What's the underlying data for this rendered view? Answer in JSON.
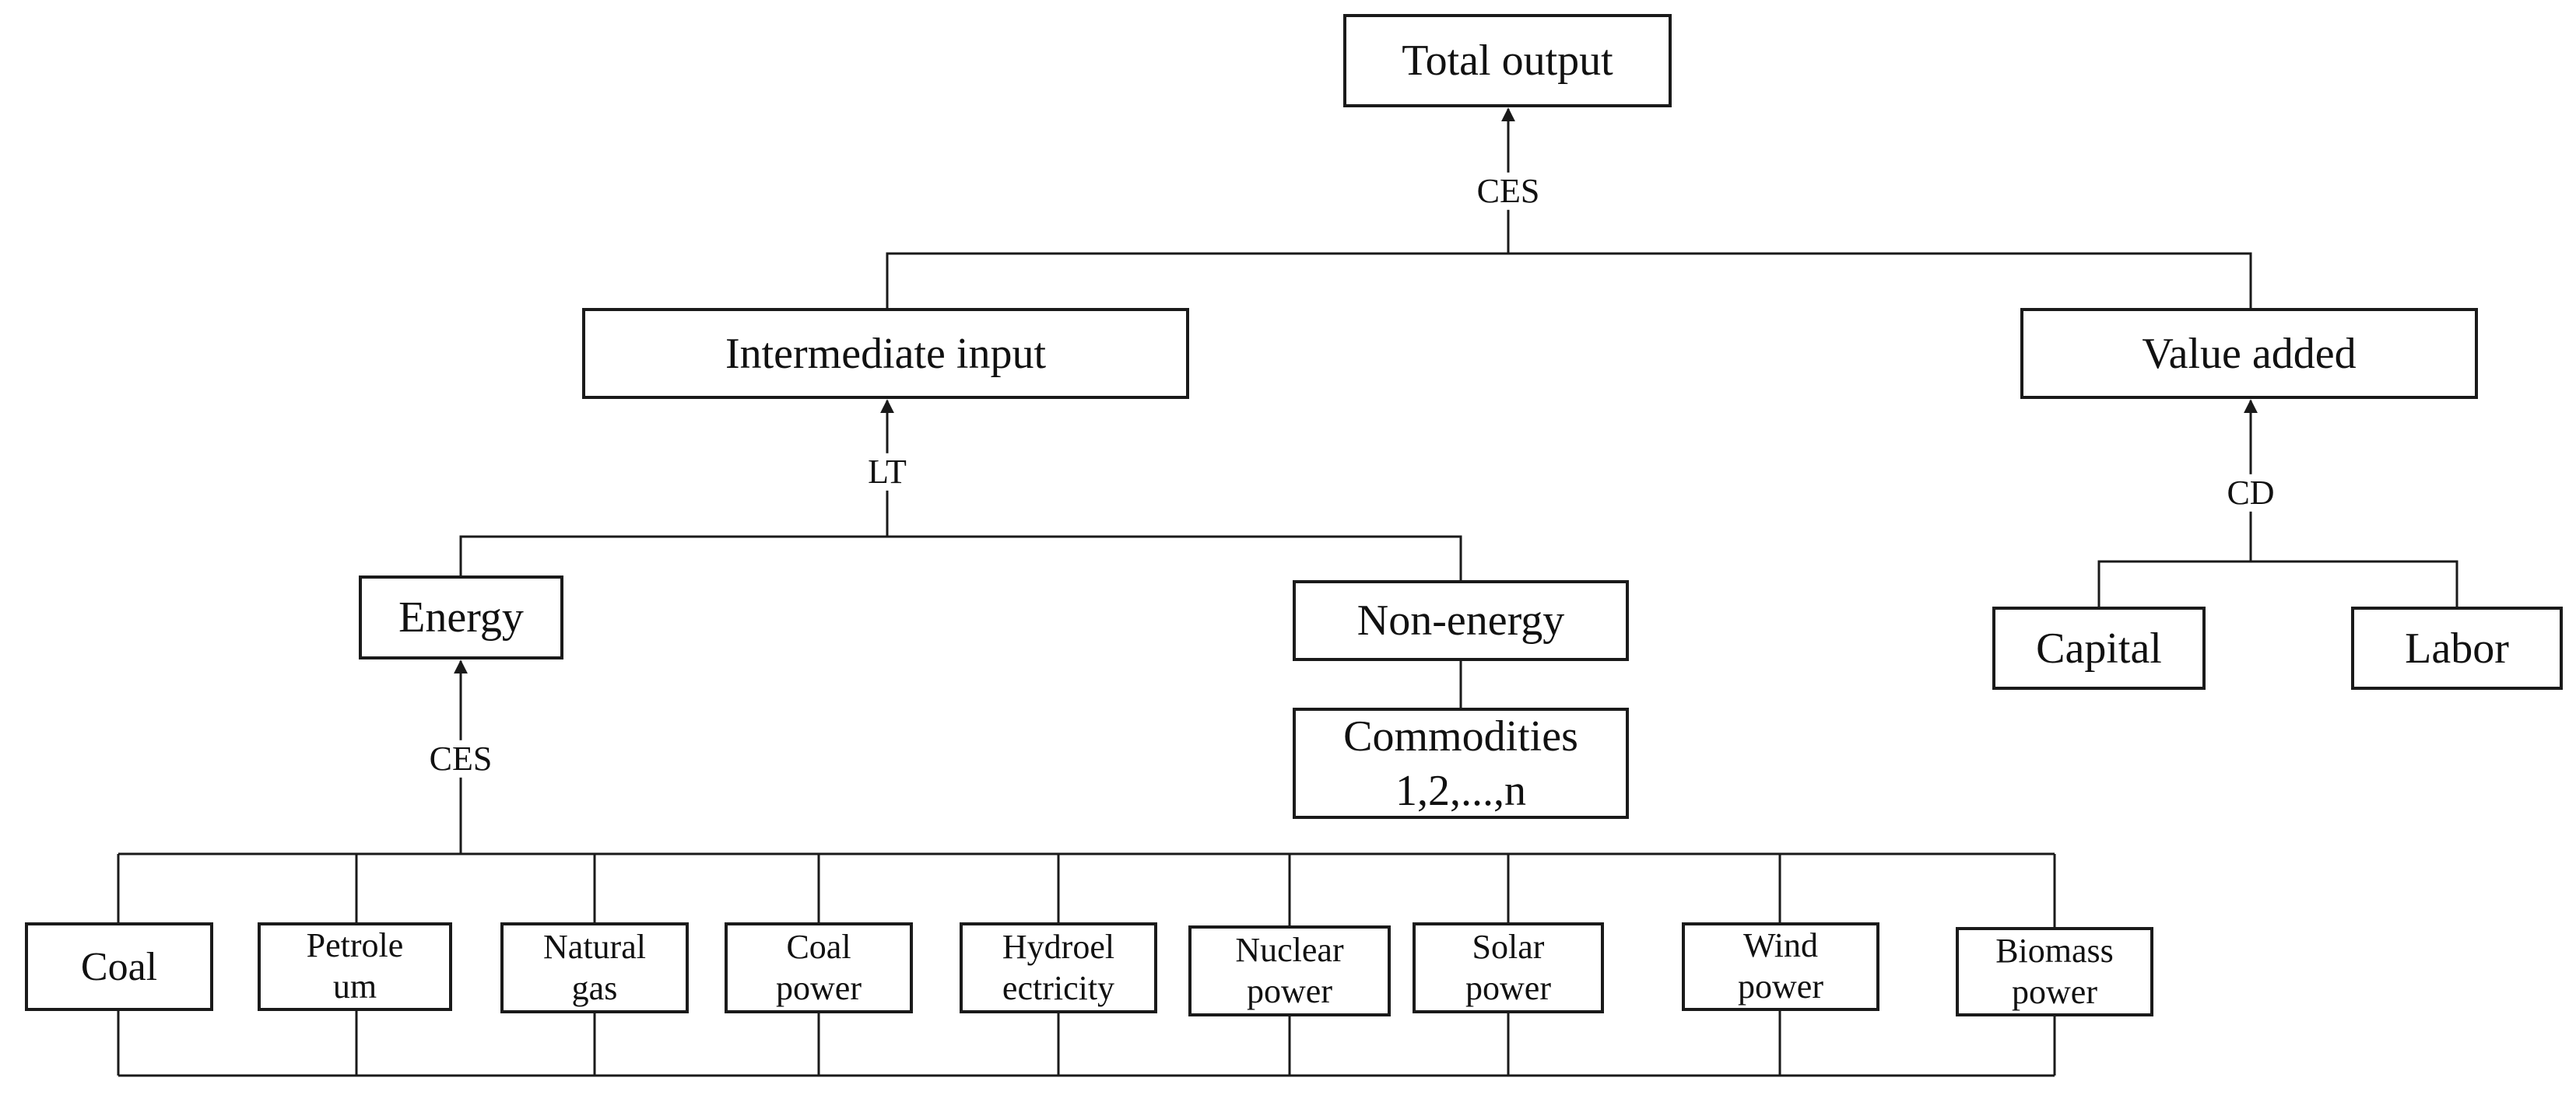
{
  "nodes": {
    "total_output": "Total output",
    "intermediate_input": "Intermediate input",
    "value_added": "Value added",
    "energy": "Energy",
    "non_energy": "Non-energy",
    "commodities": [
      "Commodities",
      "1,2,...,n"
    ],
    "capital": "Capital",
    "labor": "Labor",
    "coal": "Coal",
    "petroleum": [
      "Petrole",
      "um"
    ],
    "natural_gas": [
      "Natural",
      "gas"
    ],
    "coal_power": [
      "Coal",
      "power"
    ],
    "hydroelectricity": [
      "Hydroel",
      "ectricity"
    ],
    "nuclear_power": [
      "Nuclear",
      "power"
    ],
    "solar_power": [
      "Solar",
      "power"
    ],
    "wind_power": [
      "Wind",
      "power"
    ],
    "biomass_power": [
      "Biomass",
      "power"
    ]
  },
  "connector_labels": {
    "total": "CES",
    "intermediate": "LT",
    "value_added": "CD",
    "energy": "CES"
  },
  "colors": {
    "line": "#1a1a1a",
    "text": "#111111",
    "background": "#ffffff"
  }
}
